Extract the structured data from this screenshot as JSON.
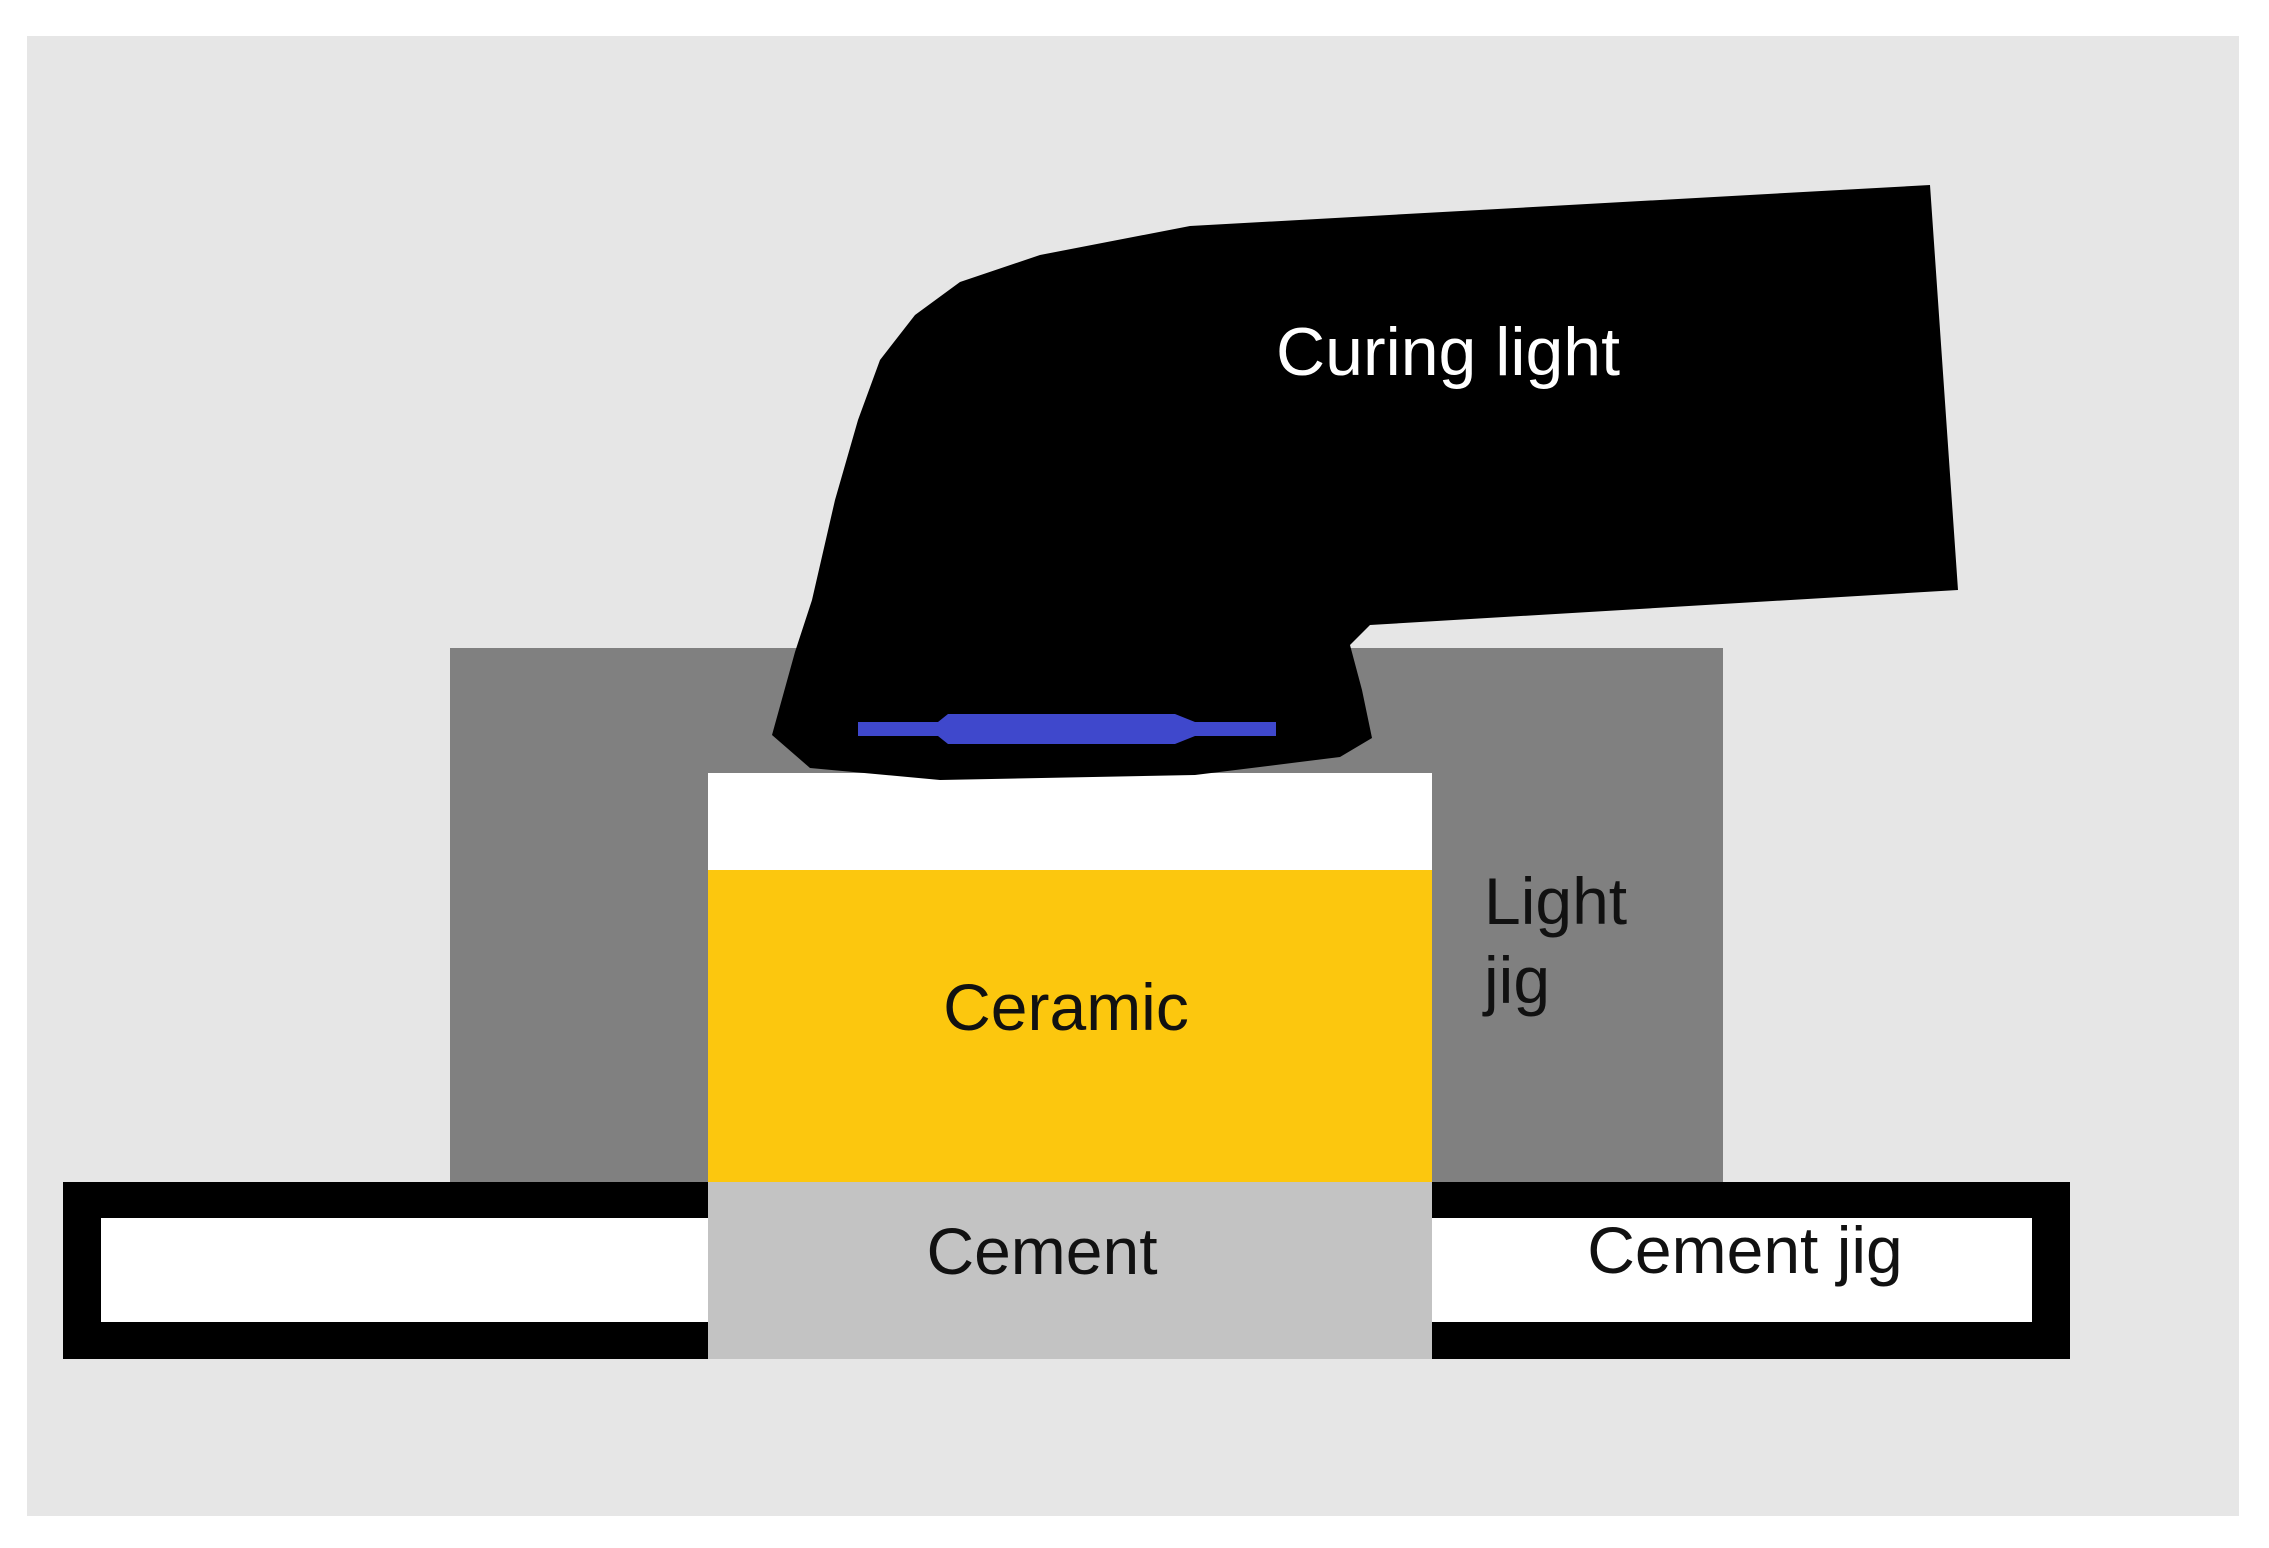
{
  "labels": {
    "curing_light": "Curing light",
    "ceramic": "Ceramic",
    "light_jig_line1": "Light",
    "light_jig_line2": "jig",
    "cement": "Cement",
    "cement_jig": "Cement jig"
  },
  "colors": {
    "page_background": "#ffffff",
    "panel_background": "#e6e6e6",
    "light_jig": "#808080",
    "curing_light": "#000000",
    "light_emitter": "#3f48cc",
    "ceramic": "#fcc70e",
    "ceramic_top_layer": "#ffffff",
    "cement": "#c3c3c3",
    "cement_jig_border": "#000000",
    "cement_jig_fill": "#ffffff",
    "label_dark": "#111111",
    "label_light": "#ffffff"
  }
}
